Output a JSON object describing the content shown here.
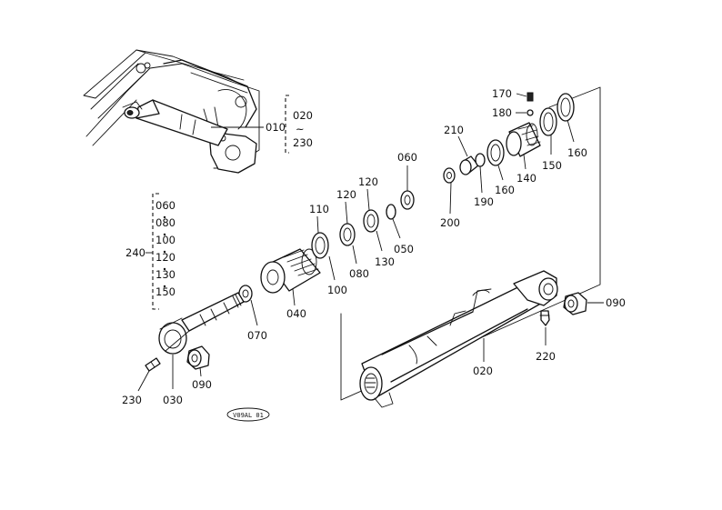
{
  "callouts": {
    "p010": "010",
    "p020a": "020",
    "tilde": "~",
    "p230a": "230",
    "p060a": "060",
    "p210": "210",
    "p170": "170",
    "p180": "180",
    "p160a": "160",
    "p150a": "150",
    "p140": "140",
    "p160b": "160",
    "p190": "190",
    "p200": "200",
    "p110": "110",
    "p120a": "120",
    "p120b": "120",
    "p050": "050",
    "p130a": "130",
    "p080a": "080",
    "p100a": "100",
    "p040": "040",
    "p070": "070",
    "p090a": "090",
    "p220": "220",
    "p020b": "020",
    "p230b": "230",
    "p030": "030",
    "p090b": "090",
    "p240": "240"
  },
  "kit_list": [
    "060",
    "080",
    "100",
    "120",
    "130",
    "150"
  ],
  "drawing_code": "V09AL 01"
}
